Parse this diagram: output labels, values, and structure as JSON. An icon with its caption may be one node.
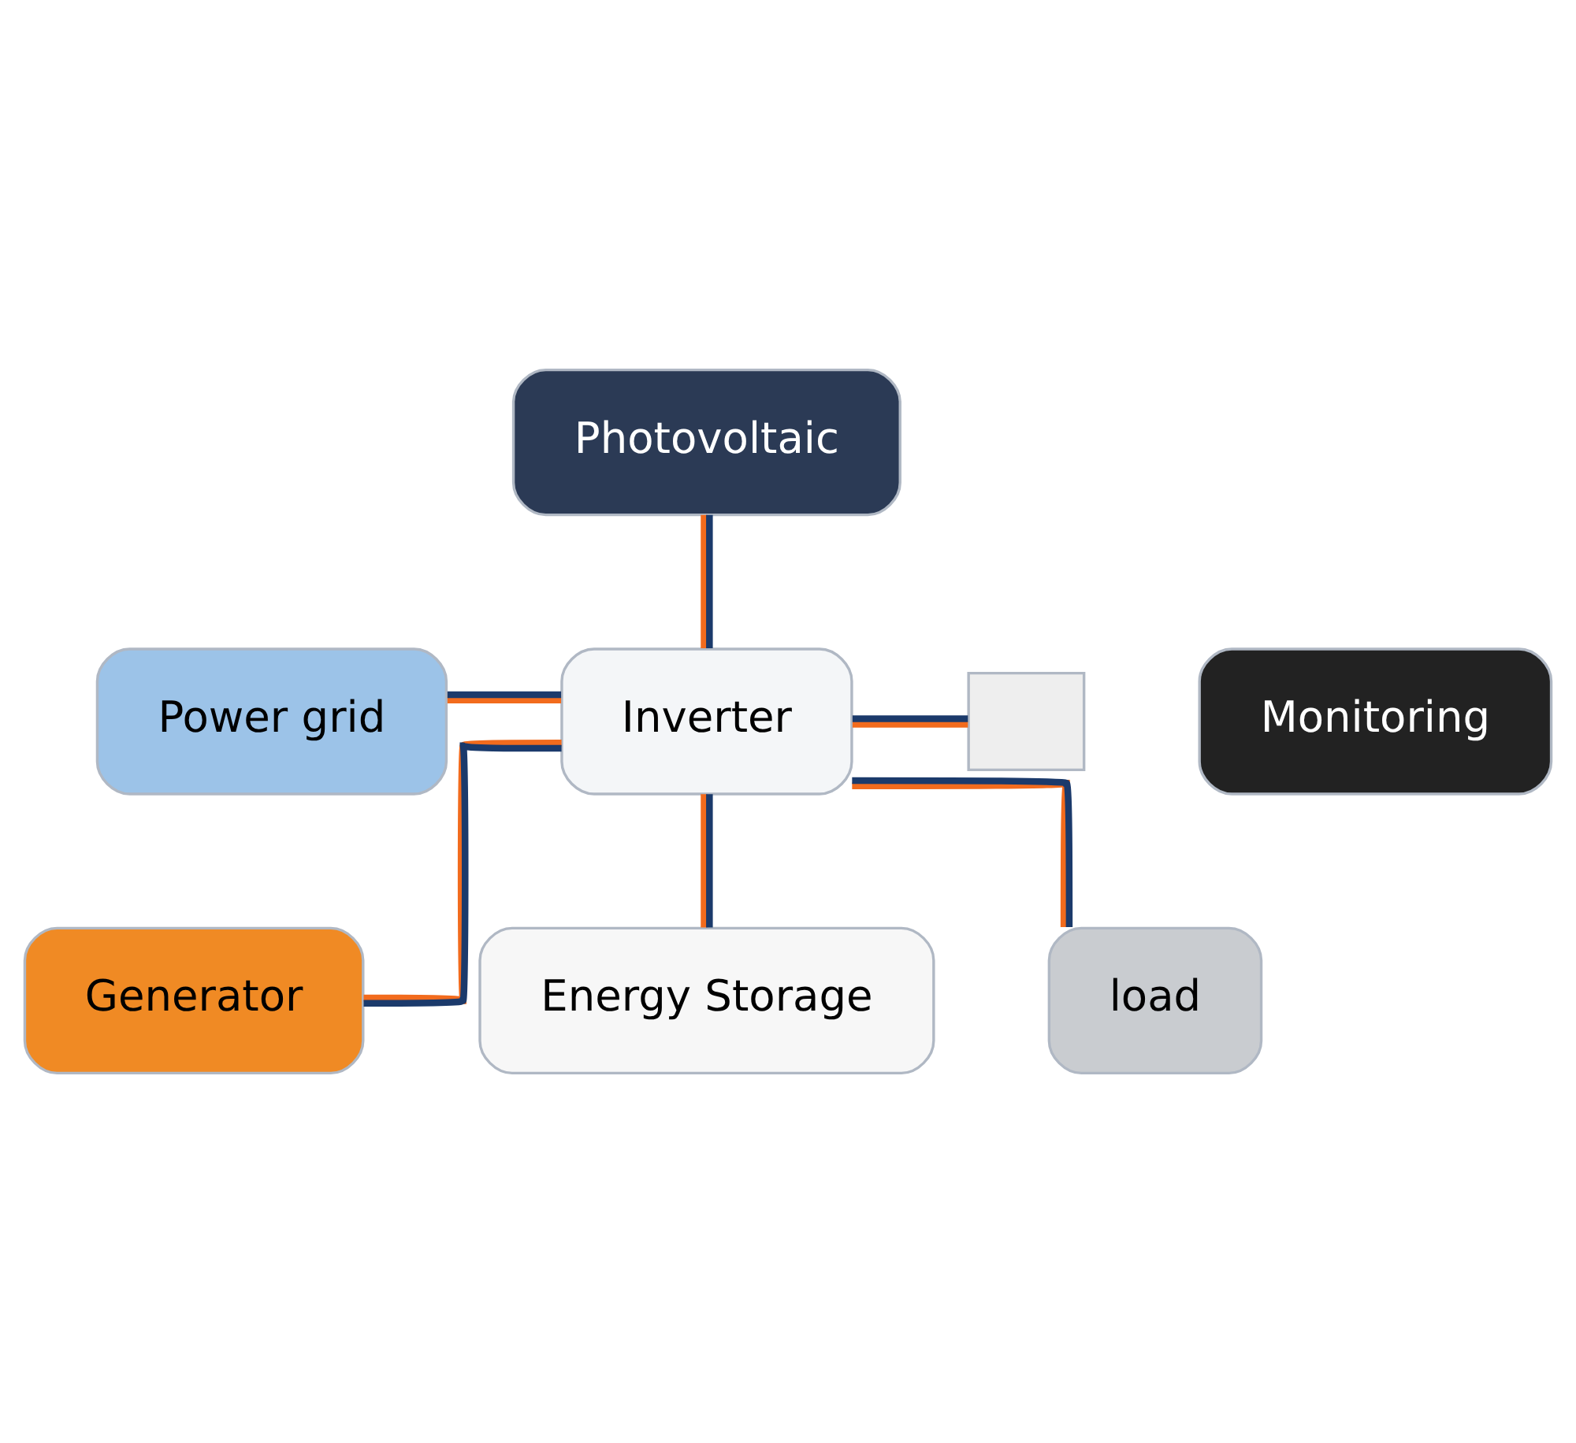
{
  "diagram": {
    "nodes": [
      {
        "text": [
          "Photovoltaic"
        ]
      },
      {
        "text": [
          "Power grid"
        ]
      },
      {
        "text": [
          "Inverter"
        ]
      },
      {
        "text": [],
        "shape": "box"
      },
      {
        "text": [
          "Monitoring"
        ]
      },
      {
        "text": [
          "Generator"
        ]
      },
      {
        "text": [
          "Energy Storage"
        ]
      },
      {
        "text": [
          "load"
        ]
      }
    ],
    "edges": [
      {
        "from": 0,
        "to": 2,
        "arrow": "none"
      },
      {
        "from": 1,
        "to": 2,
        "arrow": "none"
      },
      {
        "from": 2,
        "to": 3,
        "arrow": "none"
      },
      {
        "from": 2,
        "to": 5,
        "arrow": "none"
      },
      {
        "from": 2,
        "to": 6,
        "arrow": "none"
      },
      {
        "from": 2,
        "to": 7,
        "arrow": "none"
      }
    ]
  }
}
